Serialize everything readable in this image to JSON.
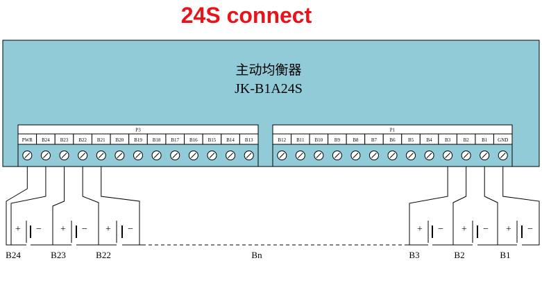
{
  "title": "24S connect",
  "device": {
    "name_cn": "主动均衡器",
    "model": "JK-B1A24S",
    "fill": "#92cbd8"
  },
  "ports": {
    "left": {
      "name": "P3",
      "pins": [
        "PWR",
        "B24",
        "B23",
        "B22",
        "B21",
        "B20",
        "B19",
        "B18",
        "B17",
        "B16",
        "B15",
        "B14",
        "B13"
      ]
    },
    "right": {
      "name": "P1",
      "pins": [
        "B12",
        "B11",
        "B10",
        "B9",
        "B8",
        "B7",
        "B6",
        "B5",
        "B4",
        "B3",
        "B2",
        "B1",
        "GND"
      ]
    }
  },
  "cells_left": [
    {
      "label": "B24"
    },
    {
      "label": "B23"
    },
    {
      "label": "B22"
    }
  ],
  "cells_right": [
    {
      "label": "B3"
    },
    {
      "label": "B2"
    },
    {
      "label": "B1"
    }
  ],
  "cells_middle": "Bn",
  "plus": "+",
  "minus": "−"
}
